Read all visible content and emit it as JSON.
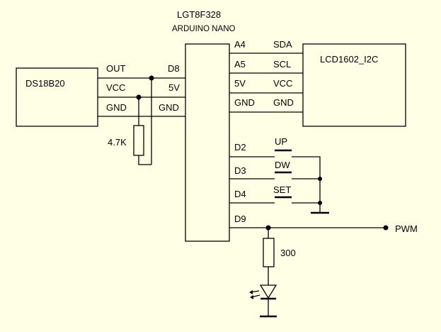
{
  "mcu": {
    "title": "LGT8F328",
    "subtitle": "ARDUINO NANO"
  },
  "sensor": {
    "name": "DS18B20",
    "pins": [
      "OUT",
      "VCC",
      "GND"
    ]
  },
  "mcu_left_pins": [
    "D8",
    "5V",
    "GND"
  ],
  "mcu_right_pins": [
    "A4",
    "A5",
    "5V",
    "GND",
    "D2",
    "D3",
    "D4",
    "D9"
  ],
  "lcd": {
    "name": "LCD1602_I2C",
    "pins": [
      "SDA",
      "SCL",
      "VCC",
      "GND"
    ]
  },
  "buttons": [
    "UP",
    "DW",
    "SET"
  ],
  "pullup_resistor": "4.7K",
  "led_resistor": "300",
  "output_label": "PWM",
  "colors": {
    "background": "#ffffe6",
    "line": "#000000"
  }
}
